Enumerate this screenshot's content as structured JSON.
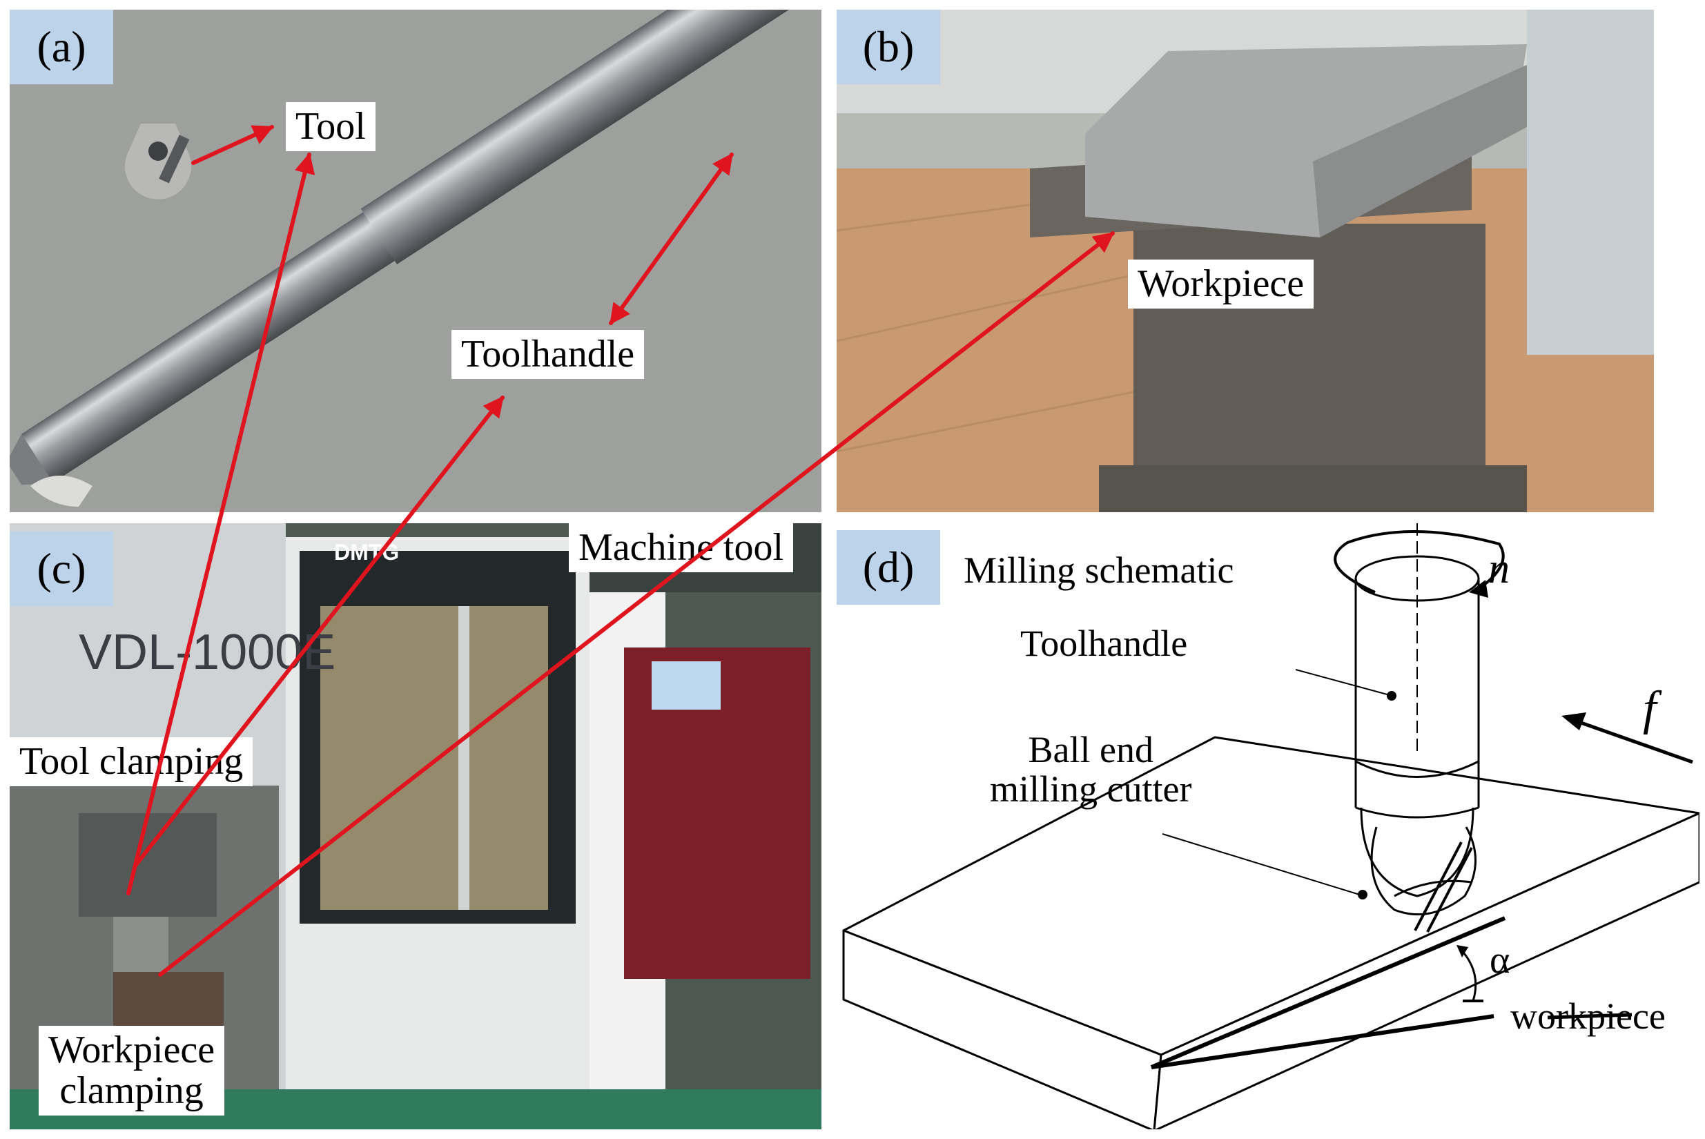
{
  "panels": {
    "a": {
      "label": "(a)",
      "tags": {
        "tool": "Tool",
        "toolhandle": "Toolhandle"
      }
    },
    "b": {
      "label": "(b)",
      "tags": {
        "workpiece": "Workpiece"
      }
    },
    "c": {
      "label": "(c)",
      "machine_text": "VDL-1000E",
      "brand_text": "DMTG",
      "tags": {
        "machine_tool": "Machine tool",
        "tool_clamping": "Tool clamping",
        "workpiece_clamping_line1": "Workpiece",
        "workpiece_clamping_line2": "clamping"
      }
    },
    "d": {
      "label": "(d)",
      "title": "Milling schematic",
      "toolhandle": "Toolhandle",
      "cutter_line1": "Ball end",
      "cutter_line2": "milling cutter",
      "workpiece": "workpiece",
      "symbols": {
        "spindle_speed": "n",
        "feed": "f",
        "angle": "α"
      }
    }
  },
  "colors": {
    "arrow": "#e0141e",
    "label_bg": "#bcd3ea"
  }
}
